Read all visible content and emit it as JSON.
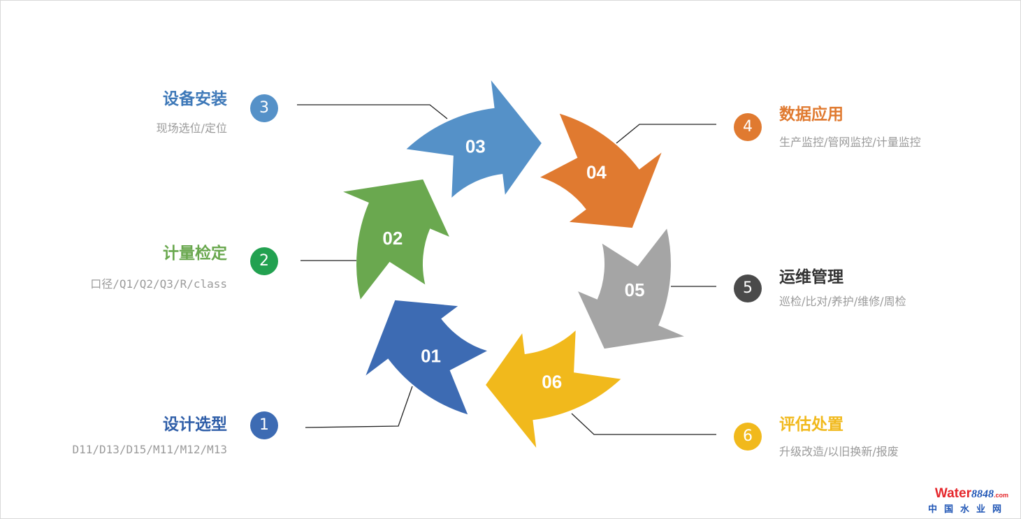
{
  "colors": {
    "s1": "#3d6bb3",
    "s2": "#6aa84f",
    "s3": "#5591c8",
    "s4": "#e07a30",
    "s5": "#a5a5a5",
    "s6": "#f1b91c",
    "n2": "#22a150",
    "n5": "#4a4a4a"
  },
  "steps": [
    {
      "arrow": "01",
      "num": "1",
      "title": "设计选型",
      "subtitle": "D11/D13/D15/M11/M12/M13"
    },
    {
      "arrow": "02",
      "num": "2",
      "title": "计量检定",
      "subtitle": "口径/Q1/Q2/Q3/R/class"
    },
    {
      "arrow": "03",
      "num": "3",
      "title": "设备安装",
      "subtitle": "现场选位/定位"
    },
    {
      "arrow": "04",
      "num": "4",
      "title": "数据应用",
      "subtitle": "生产监控/管网监控/计量监控"
    },
    {
      "arrow": "05",
      "num": "5",
      "title": "运维管理",
      "subtitle": "巡检/比对/养护/维修/周检"
    },
    {
      "arrow": "06",
      "num": "6",
      "title": "评估处置",
      "subtitle": "升级改造/以旧换新/报废"
    }
  ],
  "watermark": {
    "brand": "Water",
    "digits": "8848",
    "suffix": ".com",
    "cn": "中国水业网"
  }
}
